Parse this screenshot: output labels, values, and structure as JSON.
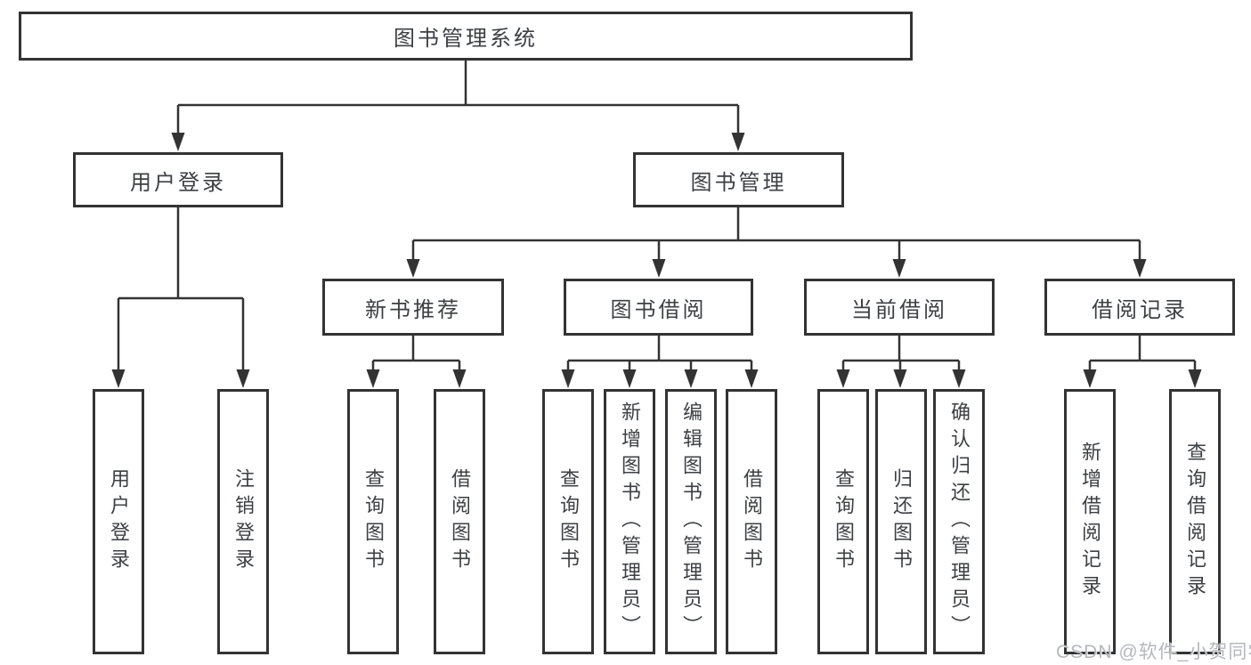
{
  "colors": {
    "line": "#333333",
    "text": "#3d4043",
    "watermark": "#b4b8bd",
    "canvas-bg": "#ffffff"
  },
  "watermark": "CSDN @软件_小贺同学",
  "tree": {
    "root": {
      "label": "图书管理系统"
    },
    "children": [
      {
        "label": "用户登录",
        "children": [
          {
            "label": "用户登录"
          },
          {
            "label": "注销登录"
          }
        ]
      },
      {
        "label": "图书管理",
        "children": [
          {
            "label": "新书推荐",
            "children": [
              {
                "label": "查询图书"
              },
              {
                "label": "借阅图书"
              }
            ]
          },
          {
            "label": "图书借阅",
            "children": [
              {
                "label": "查询图书"
              },
              {
                "label": "新增图书（管理员）"
              },
              {
                "label": "编辑图书（管理员）"
              },
              {
                "label": "借阅图书"
              }
            ]
          },
          {
            "label": "当前借阅",
            "children": [
              {
                "label": "查询图书"
              },
              {
                "label": "归还图书"
              },
              {
                "label": "确认归还（管理员）"
              }
            ]
          },
          {
            "label": "借阅记录",
            "children": [
              {
                "label": "新增借阅记录"
              },
              {
                "label": "查询借阅记录"
              }
            ]
          }
        ]
      }
    ]
  }
}
